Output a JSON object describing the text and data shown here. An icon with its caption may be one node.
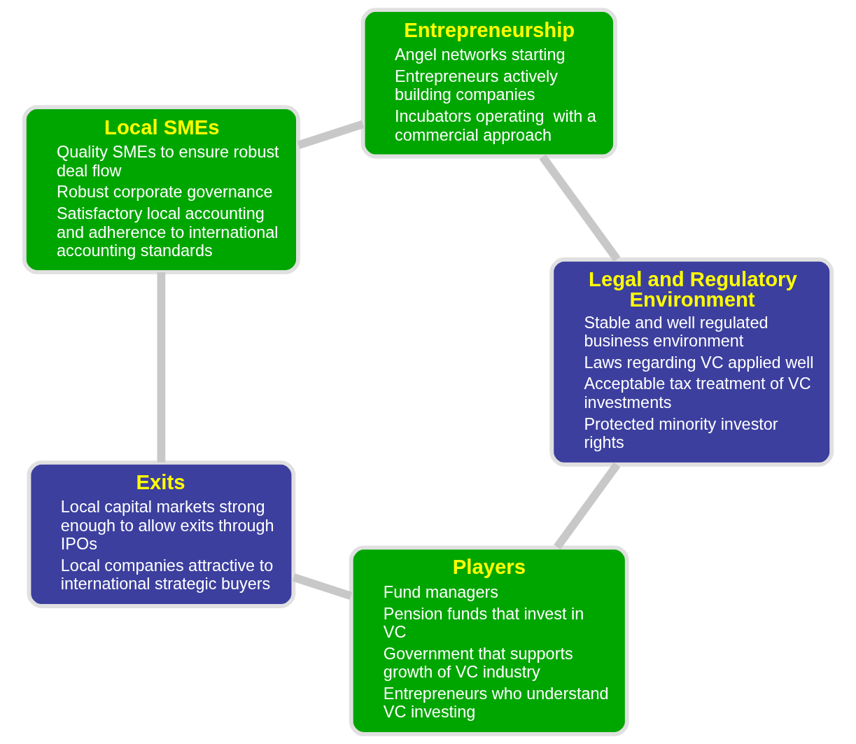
{
  "diagram": {
    "nodes": [
      {
        "text": [
          "Players",
          "Fund managers",
          "Pension funds that invest in VC",
          "Government that supports growth of VC industry",
          "Entrepreneurs who understand VC investing"
        ]
      },
      {
        "text": [
          "Legal and Regulatory Environment",
          "Stable and well regulated business environment",
          "Laws regarding VC applied well",
          "Acceptable tax treatment of VC investments",
          "Protected minority investor rights"
        ]
      },
      {
        "text": [
          "Exits",
          "Local capital markets strong enough to allow exits through IPOs",
          "Local companies attractive to international strategic buyers"
        ]
      },
      {
        "text": [
          "Entrepreneurship",
          "Angel networks starting",
          "Entrepreneurs actively building companies",
          "Incubators operating  with a commercial approach"
        ]
      },
      {
        "text": [
          "Local SMEs",
          "Quality SMEs to ensure robust deal flow",
          "Robust corporate governance",
          "Satisfactory local accounting and adherence to international accounting standards"
        ]
      }
    ],
    "edges": [
      {
        "from": 0,
        "to": 2,
        "arrow": "none"
      },
      {
        "from": 2,
        "to": 4,
        "arrow": "none"
      },
      {
        "from": 4,
        "to": 3,
        "arrow": "none"
      },
      {
        "from": 3,
        "to": 1,
        "arrow": "none"
      },
      {
        "from": 1,
        "to": 0,
        "arrow": "none"
      }
    ]
  }
}
